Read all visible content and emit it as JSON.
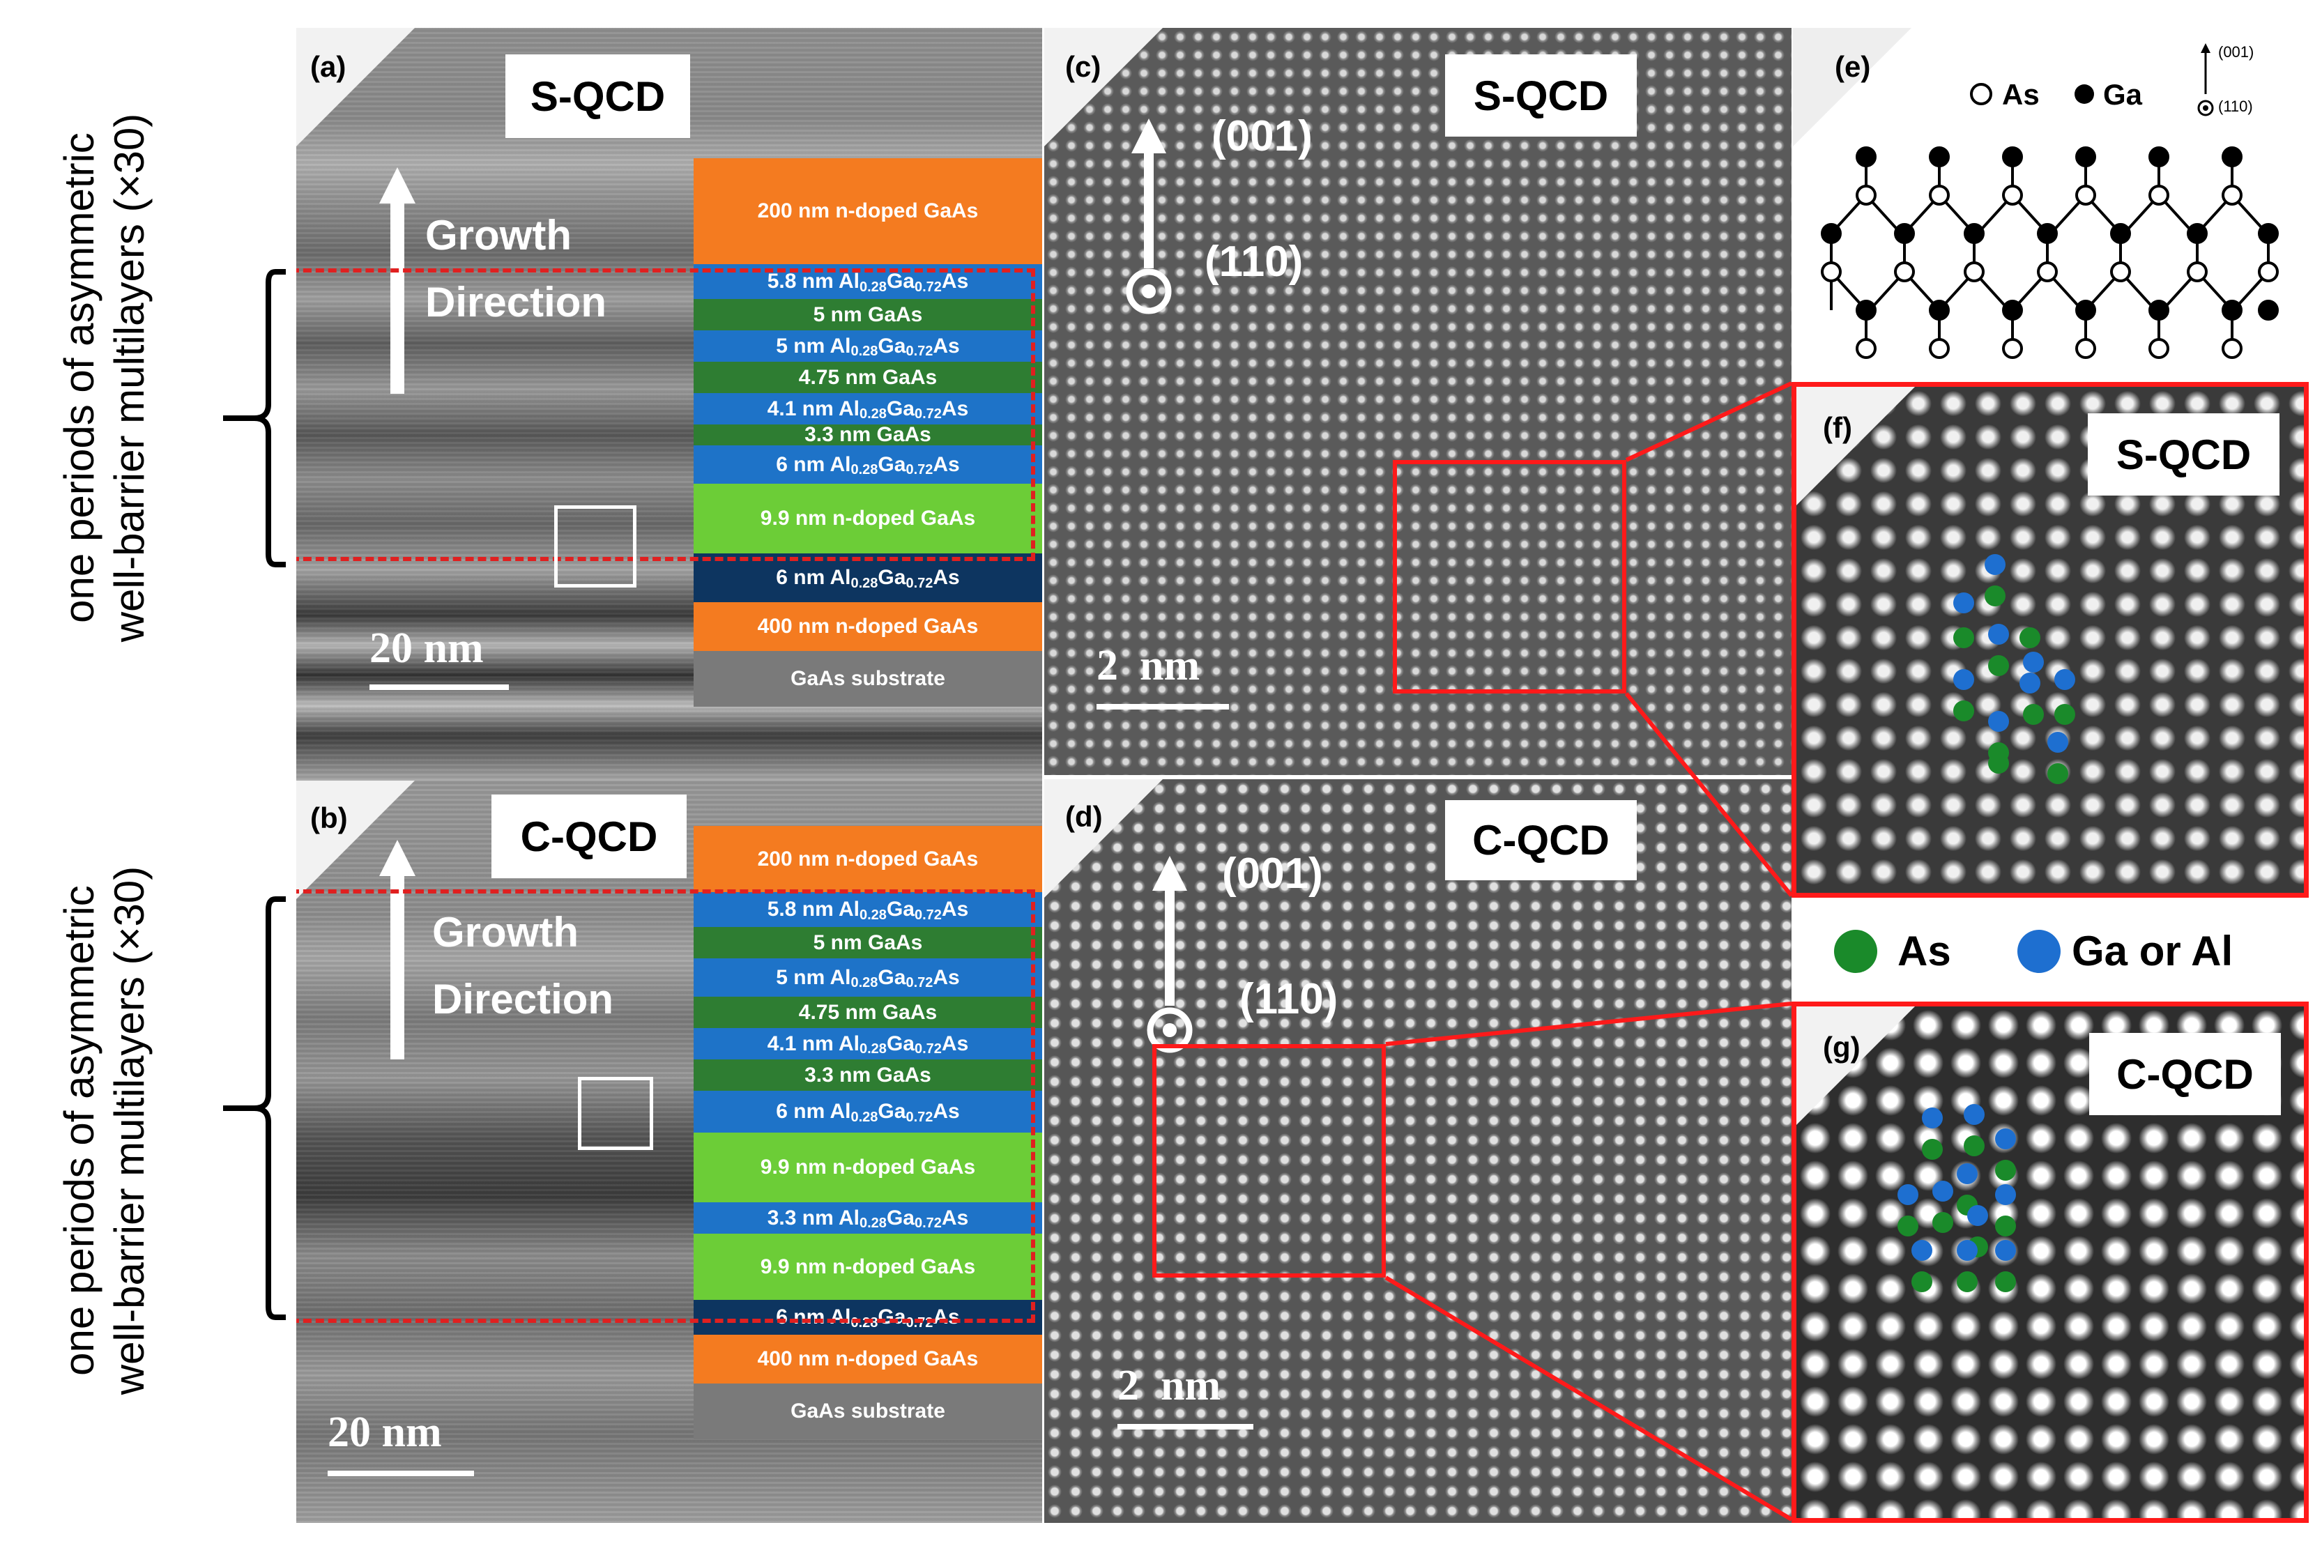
{
  "side_label": {
    "line1": "one periods of asymmetric",
    "line2": "well-barrier multilayers (×30)"
  },
  "panel_a": {
    "letter": "(a)",
    "title": "S-QCD",
    "growth": [
      "Growth",
      "Direction"
    ],
    "scale": "20 nm",
    "layers": [
      {
        "t": "200 nm n-doped GaAs",
        "color": "#f47b20"
      },
      {
        "t": "5.8 nm Al",
        "s1": "0.28",
        "m": "Ga",
        "s2": "0.72",
        "e": "As",
        "color": "#1e73c8"
      },
      {
        "t": "5 nm GaAs",
        "color": "#2e7d32"
      },
      {
        "t": "5 nm Al",
        "s1": "0.28",
        "m": "Ga",
        "s2": "0.72",
        "e": "As",
        "color": "#1e73c8"
      },
      {
        "t": "4.75 nm GaAs",
        "color": "#2e7d32"
      },
      {
        "t": "4.1 nm Al",
        "s1": "0.28",
        "m": "Ga",
        "s2": "0.72",
        "e": "As",
        "color": "#1e73c8"
      },
      {
        "t": "3.3 nm GaAs",
        "color": "#2e7d32"
      },
      {
        "t": "6 nm Al",
        "s1": "0.28",
        "m": "Ga",
        "s2": "0.72",
        "e": "As",
        "color": "#1e73c8"
      },
      {
        "t": "9.9 nm n-doped GaAs",
        "color": "#6ccd37"
      },
      {
        "t": "6 nm Al",
        "s1": "0.28",
        "m": "Ga",
        "s2": "0.72",
        "e": "As",
        "color": "#0d3560"
      },
      {
        "t": "400 nm n-doped GaAs",
        "color": "#f47b20"
      },
      {
        "t": "GaAs substrate",
        "color": "#7a7a7a"
      }
    ]
  },
  "panel_b": {
    "letter": "(b)",
    "title": "C-QCD",
    "growth": [
      "Growth",
      "Direction"
    ],
    "scale": "20 nm",
    "layers": [
      {
        "t": "200 nm n-doped GaAs",
        "color": "#f47b20"
      },
      {
        "t": "5.8 nm Al",
        "s1": "0.28",
        "m": "Ga",
        "s2": "0.72",
        "e": "As",
        "color": "#1e73c8"
      },
      {
        "t": "5 nm GaAs",
        "color": "#2e7d32"
      },
      {
        "t": "5 nm Al",
        "s1": "0.28",
        "m": "Ga",
        "s2": "0.72",
        "e": "As",
        "color": "#1e73c8"
      },
      {
        "t": "4.75 nm GaAs",
        "color": "#2e7d32"
      },
      {
        "t": "4.1 nm Al",
        "s1": "0.28",
        "m": "Ga",
        "s2": "0.72",
        "e": "As",
        "color": "#1e73c8"
      },
      {
        "t": "3.3 nm GaAs",
        "color": "#2e7d32"
      },
      {
        "t": "6 nm Al",
        "s1": "0.28",
        "m": "Ga",
        "s2": "0.72",
        "e": "As",
        "color": "#1e73c8"
      },
      {
        "t": "9.9 nm n-doped GaAs",
        "color": "#6ccd37"
      },
      {
        "t": "3.3 nm Al",
        "s1": "0.28",
        "m": "Ga",
        "s2": "0.72",
        "e": "As",
        "color": "#1e73c8"
      },
      {
        "t": "9.9 nm n-doped GaAs",
        "color": "#6ccd37"
      },
      {
        "t": "6 nm Al",
        "s1": "0.28",
        "m": "Ga",
        "s2": "0.72",
        "e": "As",
        "color": "#0d3560"
      },
      {
        "t": "400 nm n-doped  GaAs",
        "color": "#f47b20"
      },
      {
        "t": "GaAs substrate",
        "color": "#7a7a7a"
      }
    ]
  },
  "panel_c": {
    "letter": "(c)",
    "title": "S-QCD",
    "dir_up": "(001)",
    "dir_out": "(110)",
    "scale": "2  nm"
  },
  "panel_d": {
    "letter": "(d)",
    "title": "C-QCD",
    "dir_up": "(001)",
    "dir_out": "(110)",
    "scale": "2  nm"
  },
  "panel_e": {
    "letter": "(e)",
    "legend_as": "As",
    "legend_ga": "Ga",
    "dir_up": "(001)",
    "dir_out": "(110)"
  },
  "panel_f": {
    "letter": "(f)",
    "title": "S-QCD"
  },
  "panel_g": {
    "letter": "(g)",
    "title": "C-QCD"
  },
  "atom_legend": {
    "as": "As",
    "ga": "Ga or Al",
    "as_color": "#1a8a2a",
    "ga_color": "#1e6fd0"
  },
  "colors": {
    "highlight_red": "#ff1a1a",
    "dashed_red": "#e02020"
  }
}
